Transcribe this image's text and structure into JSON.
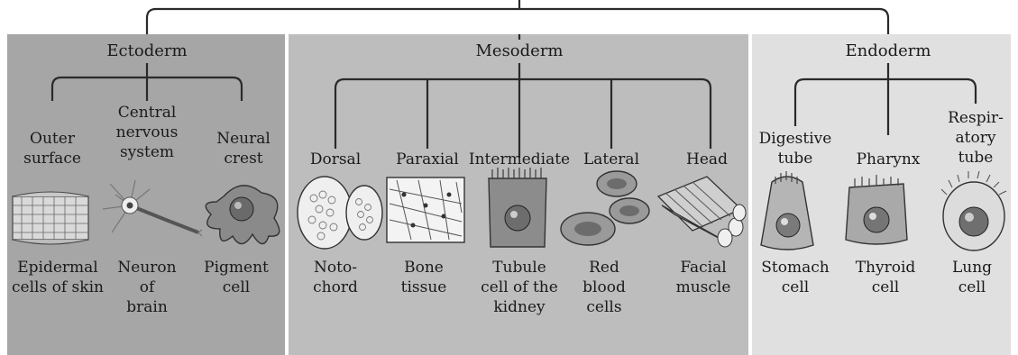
{
  "colors": {
    "ectoderm_bg": "#a6a6a6",
    "mesoderm_bg": "#bdbdbd",
    "endoderm_bg": "#e0e0e0",
    "line": "#2a2a2a"
  },
  "ectoderm": {
    "title": "Ectoderm",
    "branches": [
      {
        "region": "Outer\nsurface",
        "cell": "Epidermal\ncells of skin",
        "icon": "epidermis-icon"
      },
      {
        "region": "Central\nnervous\nsystem",
        "cell": "Neuron\nof\nbrain",
        "icon": "neuron-icon"
      },
      {
        "region": "Neural\ncrest",
        "cell": "Pigment\ncell",
        "icon": "pigment-cell-icon"
      }
    ]
  },
  "mesoderm": {
    "title": "Mesoderm",
    "branches": [
      {
        "region": "Dorsal",
        "cell": "Noto-\nchord",
        "icon": "notochord-icon"
      },
      {
        "region": "Paraxial",
        "cell": "Bone\ntissue",
        "icon": "bone-tissue-icon"
      },
      {
        "region": "Intermediate",
        "cell": "Tubule\ncell of the\nkidney",
        "icon": "kidney-tubule-icon"
      },
      {
        "region": "Lateral",
        "cell": "Red\nblood\ncells",
        "icon": "red-blood-cell-icon"
      },
      {
        "region": "Head",
        "cell": "Facial\nmuscle",
        "icon": "muscle-icon"
      }
    ]
  },
  "endoderm": {
    "title": "Endoderm",
    "branches": [
      {
        "region": "Digestive\ntube",
        "cell": "Stomach\ncell",
        "icon": "stomach-cell-icon"
      },
      {
        "region": "Pharynx",
        "cell": "Thyroid\ncell",
        "icon": "thyroid-cell-icon"
      },
      {
        "region": "Respir-\natory\ntube",
        "cell": "Lung\ncell",
        "icon": "lung-cell-icon"
      }
    ]
  }
}
